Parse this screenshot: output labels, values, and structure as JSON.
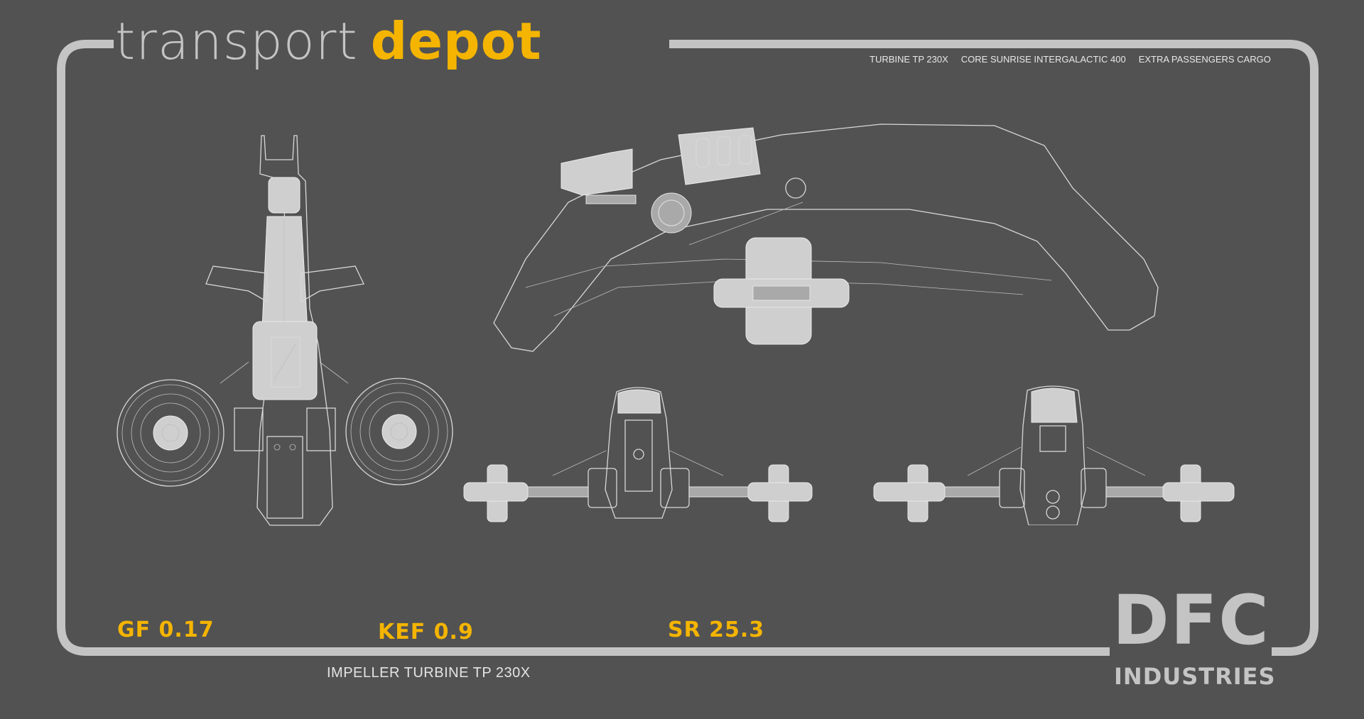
{
  "header": {
    "title_part1": "transport",
    "title_part2": "depot",
    "tags": [
      "TURBINE TP 230X",
      "CORE SUNRISE INTERGALACTIC 400",
      "EXTRA PASSENGERS CARGO"
    ]
  },
  "metrics": [
    {
      "label": "GF 0.17"
    },
    {
      "label": "KEF 0.9"
    },
    {
      "label": "SR 25.3"
    }
  ],
  "subtitle": "IMPELLER TURBINE TP 230X",
  "logo": {
    "name": "DFC",
    "tagline": "INDUSTRIES"
  },
  "views": [
    {
      "name": "top-view"
    },
    {
      "name": "side-view"
    },
    {
      "name": "front-view"
    },
    {
      "name": "rear-view"
    }
  ],
  "colors": {
    "background": "#525252",
    "frame": "#c4c4c4",
    "accent": "#f4b400",
    "wireframe": "#d8d8d8"
  }
}
